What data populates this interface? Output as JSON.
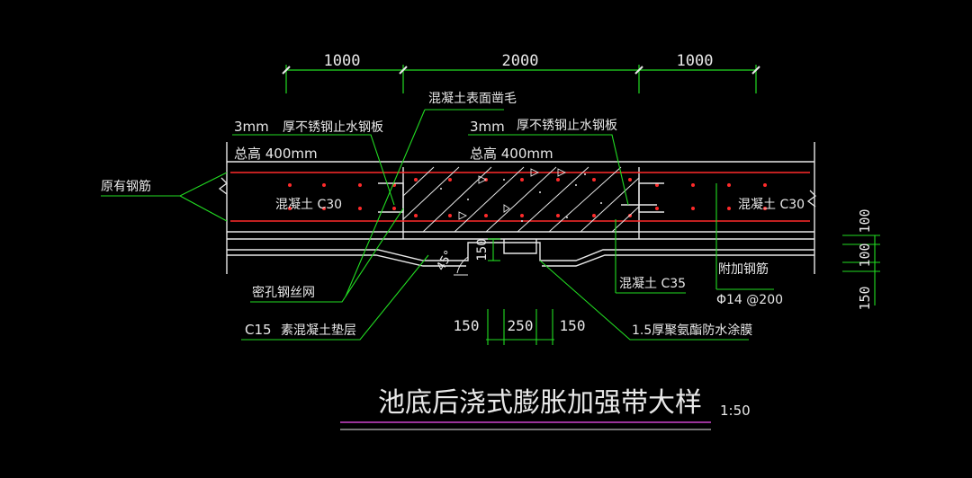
{
  "dimensions": {
    "top_left": "1000",
    "top_middle": "2000",
    "top_right": "1000",
    "bottom_left": "150",
    "bottom_middle": "250",
    "bottom_right": "150",
    "right_top": "100",
    "right_middle": "100",
    "right_bottom": "150",
    "groove_depth": "150"
  },
  "labels": {
    "original_rebar": "原有钢筋",
    "plate_thickness_left": "3mm",
    "plate_name_left": "厚不锈钢止水钢板",
    "total_height_left": "总高 400mm",
    "concrete_left": "混凝土 C30",
    "rough_surface": "混凝土表面凿毛",
    "plate_thickness_mid": "3mm",
    "plate_name_mid": "厚不锈钢止水钢板",
    "total_height_mid": "总高 400mm",
    "concrete_right": "混凝土 C30",
    "angle": "45°",
    "mesh": "密孔钢丝网",
    "cushion_grade": "C15",
    "cushion_name": "素混凝土垫层",
    "concrete_c35": "混凝土 C35",
    "additional_rebar": "附加钢筋",
    "rebar_spec": "Φ14 @200",
    "waterproof": "1.5厚聚氨酯防水涂膜"
  },
  "title": {
    "text": "池底后浇式膨胀加强带大样",
    "scale": "1:50"
  },
  "colors": {
    "background": "#000000",
    "line": "#e8e8e8",
    "rebar": "#ff2a2a",
    "leader": "#22dd22",
    "title_underline": "#cc44cc"
  }
}
